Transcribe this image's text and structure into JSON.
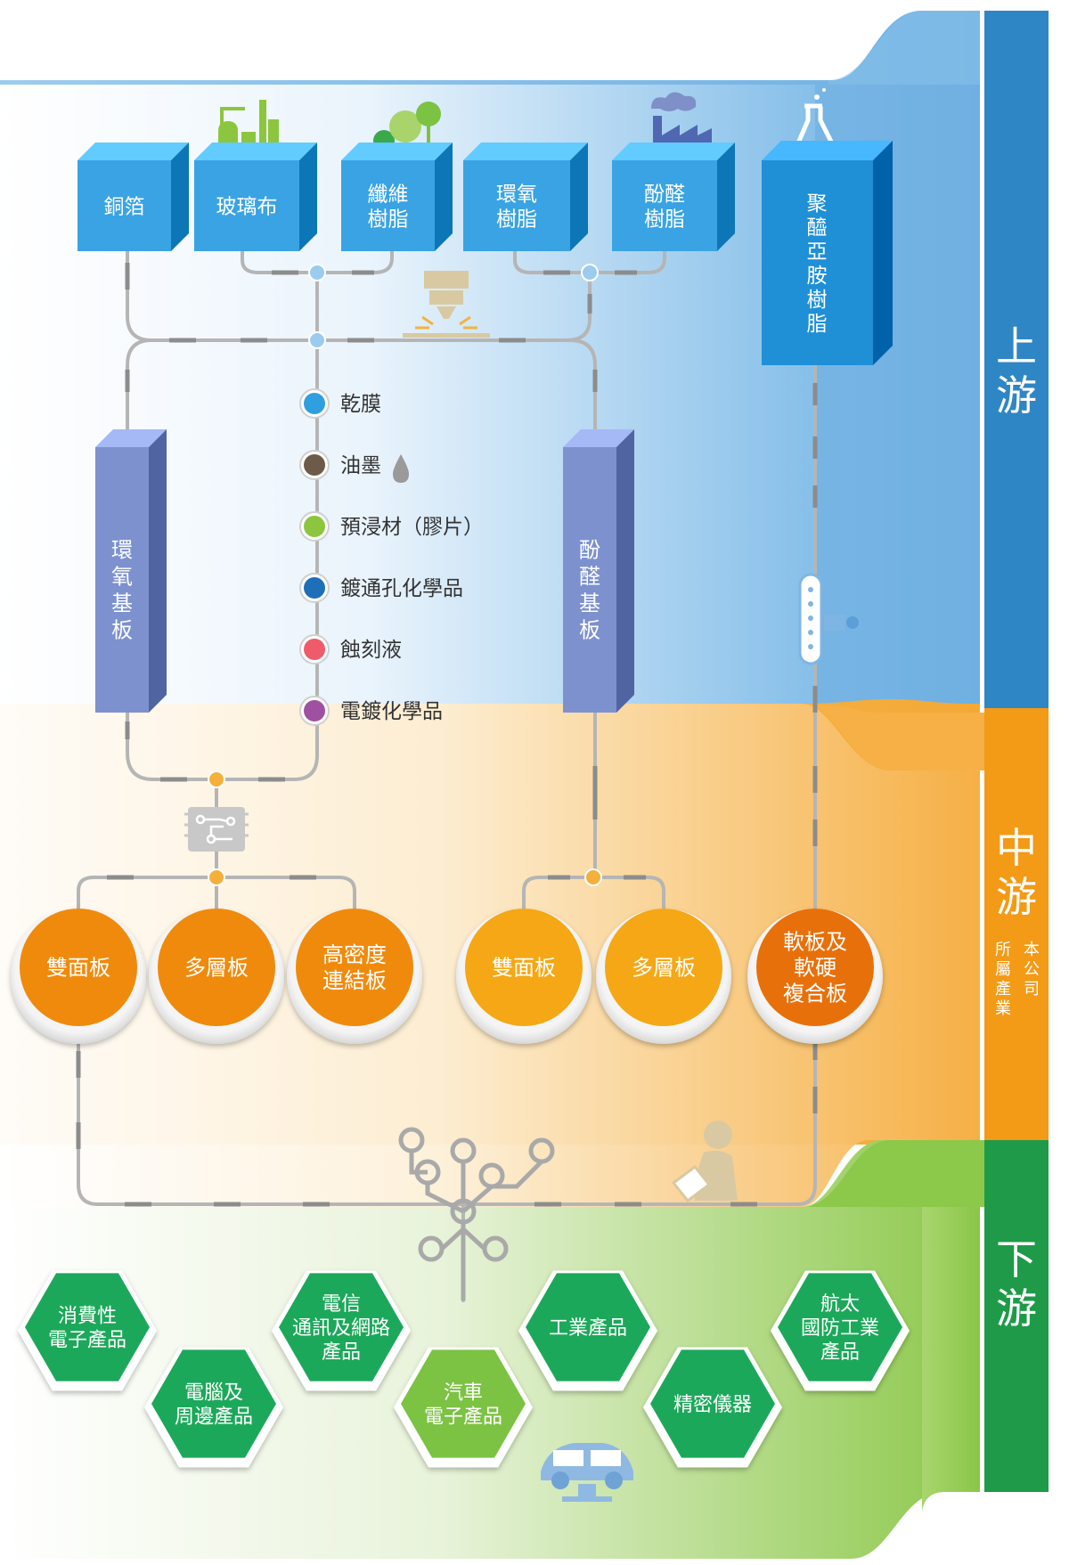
{
  "upstream": {
    "materials": [
      {
        "id": "copper",
        "label": [
          "銅箔"
        ]
      },
      {
        "id": "glass",
        "label": [
          "玻璃布"
        ]
      },
      {
        "id": "fiber",
        "label": [
          "纖維",
          "樹脂"
        ]
      },
      {
        "id": "epoxy",
        "label": [
          "環氧",
          "樹脂"
        ]
      },
      {
        "id": "phenol",
        "label": [
          "酚醛",
          "樹脂"
        ]
      },
      {
        "id": "polyimide",
        "label": [
          "聚",
          "醯",
          "亞",
          "胺",
          "樹",
          "脂"
        ]
      }
    ],
    "substrates": [
      {
        "id": "epoxy-substrate",
        "label": [
          "環",
          "氧",
          "基",
          "板"
        ]
      },
      {
        "id": "phenolic-substrate",
        "label": [
          "酚",
          "醛",
          "基",
          "板"
        ]
      }
    ],
    "chemicals": [
      {
        "label": "乾膜",
        "color": "#2f9fe0"
      },
      {
        "label": "油墨",
        "color": "#6e5a48"
      },
      {
        "label": "預浸材（膠片）",
        "color": "#8cc63f"
      },
      {
        "label": "鍍通孔化學品",
        "color": "#1f6fb8"
      },
      {
        "label": "蝕刻液",
        "color": "#f05b6b"
      },
      {
        "label": "電鍍化學品",
        "color": "#a050a0"
      }
    ]
  },
  "midstream": {
    "boards": [
      {
        "id": "double-sided-1",
        "label": [
          "雙面板"
        ],
        "color": "#f08a0c"
      },
      {
        "id": "multilayer-1",
        "label": [
          "多層板"
        ],
        "color": "#f08a0c"
      },
      {
        "id": "hdi",
        "label": [
          "高密度",
          "連結板"
        ],
        "color": "#f08a0c"
      },
      {
        "id": "double-sided-2",
        "label": [
          "雙面板"
        ],
        "color": "#f5a715"
      },
      {
        "id": "multilayer-2",
        "label": [
          "多層板"
        ],
        "color": "#f5a715"
      },
      {
        "id": "flex-rigid",
        "label": [
          "軟板及",
          "軟硬",
          "複合板"
        ],
        "color": "#e8700a"
      }
    ]
  },
  "downstream": {
    "products": [
      {
        "id": "consumer",
        "label": [
          "消費性",
          "電子產品"
        ]
      },
      {
        "id": "computer",
        "label": [
          "電腦及",
          "周邊產品"
        ]
      },
      {
        "id": "telecom",
        "label": [
          "電信",
          "通訊及網路",
          "產品"
        ]
      },
      {
        "id": "automotive",
        "label": [
          "汽車",
          "電子產品"
        ]
      },
      {
        "id": "industrial",
        "label": [
          "工業產品"
        ]
      },
      {
        "id": "precision",
        "label": [
          "精密儀器"
        ]
      },
      {
        "id": "aerospace",
        "label": [
          "航太",
          "國防工業",
          "產品"
        ]
      }
    ]
  },
  "tiers": [
    {
      "id": "up",
      "label": [
        "上",
        "游"
      ],
      "color": "#2f86c4"
    },
    {
      "id": "mid",
      "label": [
        "中",
        "游"
      ],
      "note": [
        "本公司",
        "所屬產業"
      ],
      "color": "#f39a16"
    },
    {
      "id": "down",
      "label": [
        "下",
        "游"
      ],
      "color": "#1f9a48"
    }
  ],
  "colors": {
    "material_box": "#3aa3e3",
    "polyimide_box": "#1f8fd6",
    "substrate_box": "#7d91cf",
    "product_hex": "#1ca85a",
    "product_hex_light": "#7cc243",
    "connector_blue": "#9ccbf0",
    "connector_orange": "#f4b03a"
  }
}
